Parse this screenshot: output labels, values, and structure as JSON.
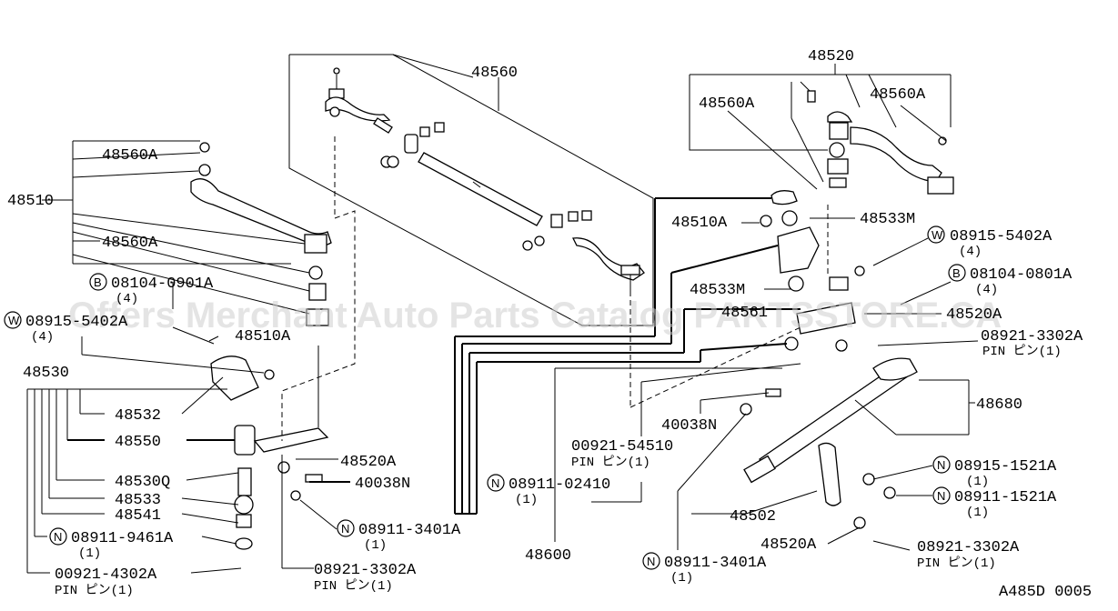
{
  "watermark": "Offers Merchant Auto Parts Catalog PARTSSTORE.CA",
  "diagram_id": "A485D 0005",
  "labels": {
    "p48560": "48560",
    "p48520_top": "48520",
    "p48560A_r1": "48560A",
    "p48560A_r2": "48560A",
    "p48560A_l1": "48560A",
    "p48560A_l2": "48560A",
    "p48510": "48510",
    "p48510A_r": "48510A",
    "p48510A_l": "48510A",
    "p48533M_1": "48533M",
    "p48533M_2": "48533M",
    "p48520A_r": "48520A",
    "p48520A_l": "48520A",
    "p48520A_b": "48520A",
    "p48530": "48530",
    "p48532": "48532",
    "p48550": "48550",
    "p48530Q": "48530Q",
    "p48533": "48533",
    "p48541": "48541",
    "p40038N_l": "40038N",
    "p40038N_r": "40038N",
    "p48680": "48680",
    "p48600": "48600",
    "p48502": "48502",
    "p48561": "48561"
  },
  "callouts": {
    "w_08915_5402A_r": {
      "prefix": "W",
      "number": "08915-5402A",
      "qty": "(4)"
    },
    "b_08104_0801A": {
      "prefix": "B",
      "number": "08104-0801A",
      "qty": "(4)"
    },
    "b_08104_0901A": {
      "prefix": "B",
      "number": "08104-0901A",
      "qty": "(4)"
    },
    "w_08915_5402A_l": {
      "prefix": "W",
      "number": "08915-5402A",
      "qty": "(4)"
    },
    "pin_08921_3302A_r": {
      "number": "08921-3302A",
      "qty": "PIN ピン(1)"
    },
    "pin_00921_54510": {
      "number": "00921-54510",
      "qty": "PIN ピン(1)"
    },
    "n_08911_02410": {
      "prefix": "N",
      "number": "08911-02410",
      "qty": "(1)"
    },
    "n_08915_1521A": {
      "prefix": "N",
      "number": "08915-1521A",
      "qty": "(1)"
    },
    "n_08911_1521A": {
      "prefix": "N",
      "number": "08911-1521A",
      "qty": "(1)"
    },
    "n_08911_3401A_m": {
      "prefix": "N",
      "number": "08911-3401A",
      "qty": "(1)"
    },
    "n_08911_3401A_b": {
      "prefix": "N",
      "number": "08911-3401A",
      "qty": "(1)"
    },
    "n_08911_9461A": {
      "prefix": "N",
      "number": "08911-9461A",
      "qty": "(1)"
    },
    "pin_00921_4302A": {
      "number": "00921-4302A",
      "qty": "PIN ピン(1)"
    },
    "pin_08921_3302A_m": {
      "number": "08921-3302A",
      "qty": "PIN ピン(1)"
    },
    "pin_08921_3302A_b": {
      "number": "08921-3302A",
      "qty": "PIN ピン(1)"
    }
  }
}
